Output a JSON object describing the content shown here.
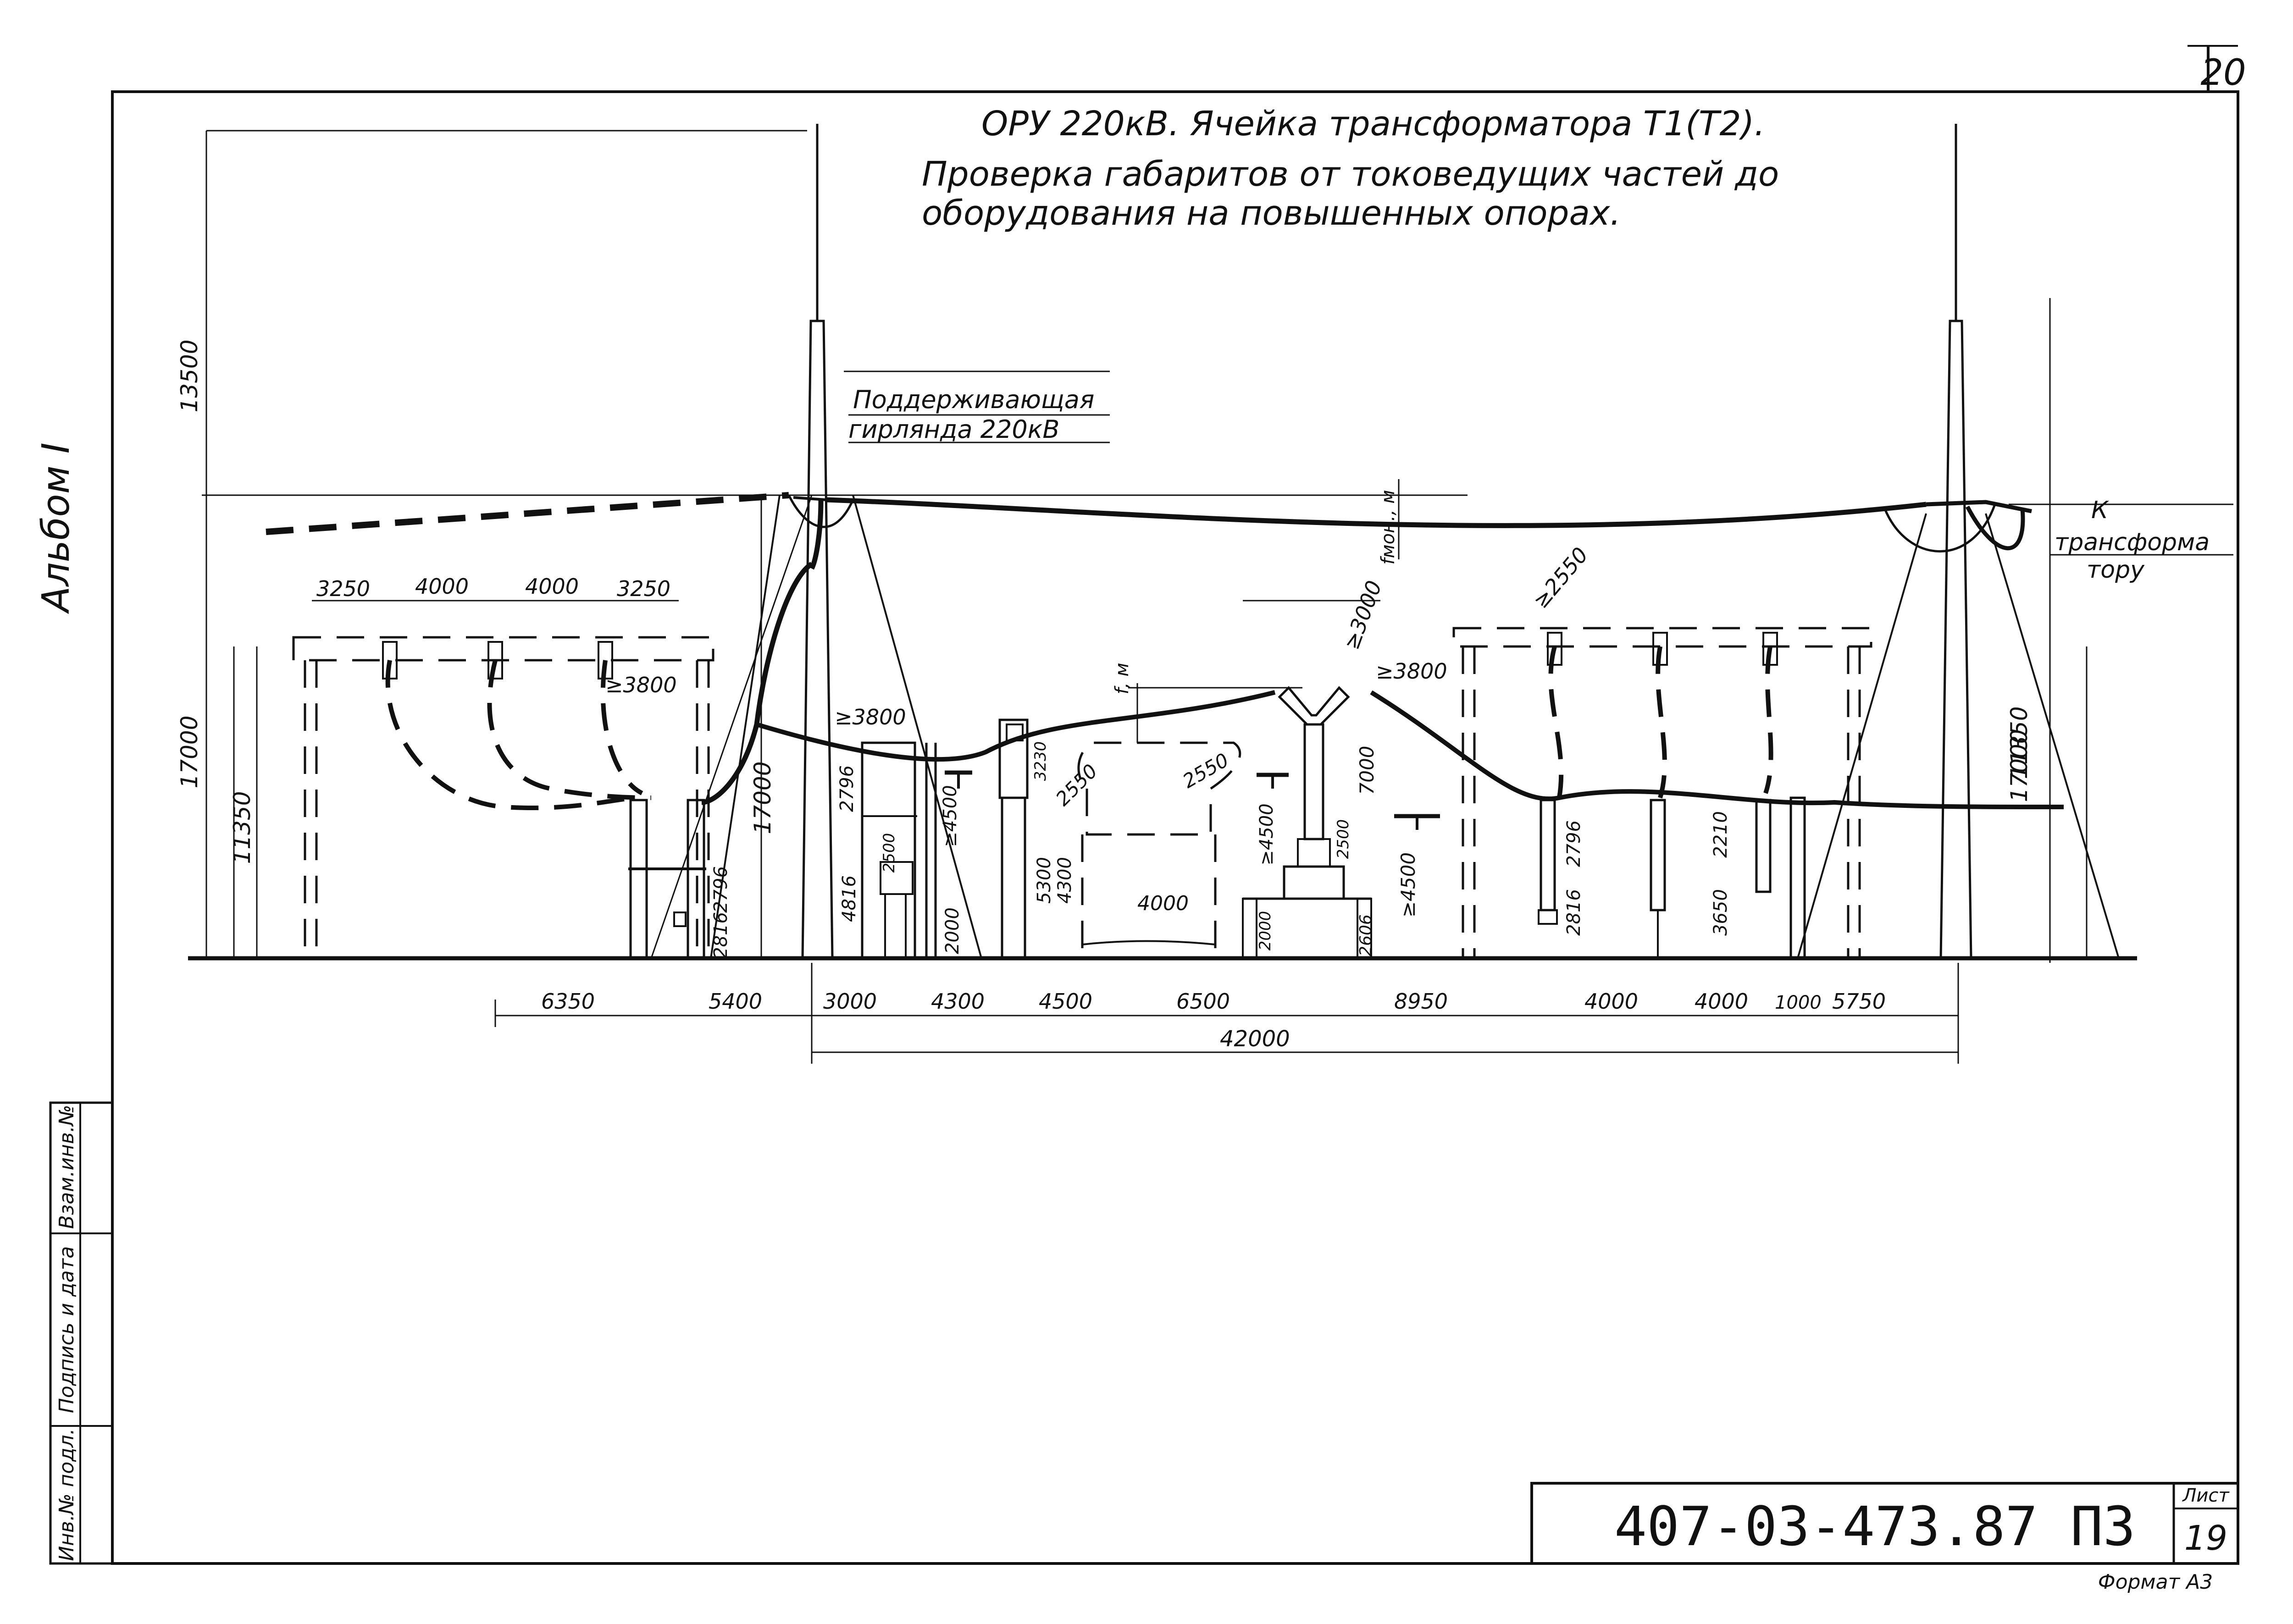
{
  "sheet_number_top": "20",
  "album_label": "Альбом I",
  "title": {
    "line1": "ОРУ 220кВ.  Ячейка трансформатора Т1(Т2).",
    "line2": "Проверка габаритов от токоведущих частей до",
    "line3": "оборудования на повышенных опорах."
  },
  "labels": {
    "support_string_line1": "Поддерживающая",
    "support_string_line2": "гирлянда 220кВ",
    "to_transformer_k": "К",
    "to_transformer_line1": "трансформа",
    "to_transformer_line2": "тору",
    "f_mon": "fмон., м",
    "f_m": "f, м"
  },
  "dimensions": {
    "height_left_top": "13500",
    "height_left_17000": "17000",
    "height_left_11350": "11350",
    "height_mid_17000": "17000",
    "height_right_11350": "11350",
    "height_right_17000": "17000",
    "top_left_spans": [
      "3250",
      "4000",
      "4000",
      "3250"
    ],
    "clear_3800_left": "≥3800",
    "clear_3800_mid": "≥3800",
    "clear_3800_right": "≥3800",
    "clear_3000": "≥3000",
    "clear_2550_right": "≥2550",
    "clear_2550_a": "2550",
    "clear_2550_b": "2550",
    "v_2796_left": "2796",
    "v_2816_left": "2816",
    "v_2796_mid": "2796",
    "v_2500_a": "2500",
    "v_4500_a": "≥4500",
    "v_4816": "4816",
    "v_2000_a": "2000",
    "v_3230": "3230",
    "v_5300": "5300",
    "v_4300": "4300",
    "h_4000_mid": "4000",
    "v_4500_b": "≥4500",
    "v_2000_b": "2000",
    "v_2500_b": "2500",
    "v_7000": "7000",
    "v_4500_c": "≥4500",
    "v_2606": "2606",
    "v_2796_right": "2796",
    "v_2816_right": "2816",
    "v_2210": "2210",
    "v_3650": "3650",
    "bottom_spans": [
      "6350",
      "5400",
      "3000",
      "4300",
      "4500",
      "6500",
      "8950",
      "4000",
      "4000",
      "1000",
      "5750"
    ],
    "total": "42000"
  },
  "side_stamp": {
    "col1": "Инв.№ подл.",
    "col2": "Подпись и дата",
    "col3": "Взам.инв.№"
  },
  "title_block": {
    "code": "407-03-473.87  ПЗ",
    "sheet_label": "Лист",
    "sheet_number": "19"
  },
  "format_label": "Формат А3"
}
